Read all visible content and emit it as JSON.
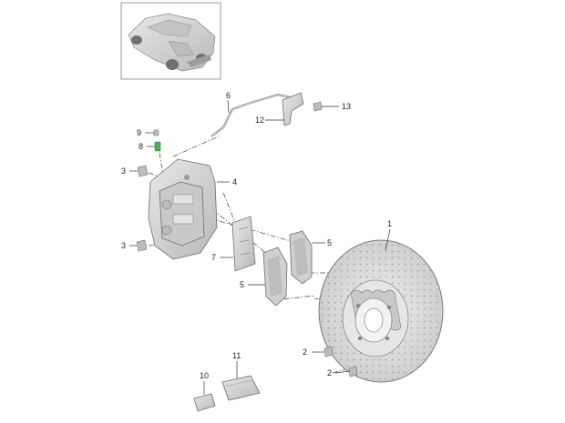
{
  "diagram": {
    "thumbnail": {
      "icon": "car-thumbnail-icon"
    },
    "callouts": [
      {
        "id": "1",
        "label": "1",
        "part": "brake-disc"
      },
      {
        "id": "2a",
        "label": "2",
        "part": "disc-screw"
      },
      {
        "id": "2b",
        "label": "2",
        "part": "disc-screw"
      },
      {
        "id": "3a",
        "label": "3",
        "part": "caliper-bolt"
      },
      {
        "id": "3b",
        "label": "3",
        "part": "caliper-bolt"
      },
      {
        "id": "4",
        "label": "4",
        "part": "brake-caliper"
      },
      {
        "id": "5a",
        "label": "5",
        "part": "brake-pad"
      },
      {
        "id": "5b",
        "label": "5",
        "part": "brake-pad"
      },
      {
        "id": "6",
        "label": "6",
        "part": "wear-sensor-cable"
      },
      {
        "id": "7",
        "label": "7",
        "part": "pad-retaining-plate"
      },
      {
        "id": "8",
        "label": "8",
        "part": "bleed-valve"
      },
      {
        "id": "9",
        "label": "9",
        "part": "bleed-cap"
      },
      {
        "id": "10",
        "label": "10",
        "part": "grease-tube"
      },
      {
        "id": "11",
        "label": "11",
        "part": "paste-tube"
      },
      {
        "id": "12",
        "label": "12",
        "part": "sensor-bracket"
      },
      {
        "id": "13",
        "label": "13",
        "part": "bracket-screw"
      }
    ],
    "colors": {
      "part_fill": "#d9d9d9",
      "part_dark": "#a8a8a8",
      "line": "#333333",
      "highlight": "#4caf50",
      "frame": "#9a9a9a"
    }
  }
}
